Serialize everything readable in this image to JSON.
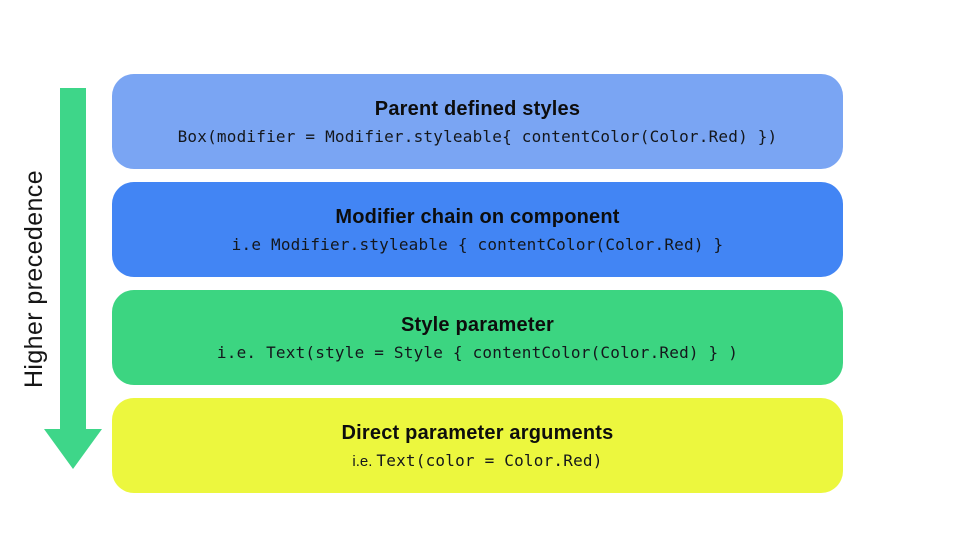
{
  "arrow": {
    "label": "Higher precedence",
    "color": "#3ed689"
  },
  "boxes": [
    {
      "heading": "Parent defined styles",
      "code": "Box(modifier = Modifier.styleable{ contentColor(Color.Red) })",
      "bg": "#7aa5f3"
    },
    {
      "heading": "Modifier chain on component",
      "code": "i.e Modifier.styleable { contentColor(Color.Red) }",
      "bg": "#4285f4"
    },
    {
      "heading": "Style parameter",
      "code": "i.e. Text(style = Style { contentColor(Color.Red) } )",
      "bg": "#3cd581"
    },
    {
      "heading": "Direct parameter arguments",
      "code_prefix": "i.e.",
      "code": "Text(color = Color.Red)",
      "bg": "#ecf73e"
    }
  ]
}
